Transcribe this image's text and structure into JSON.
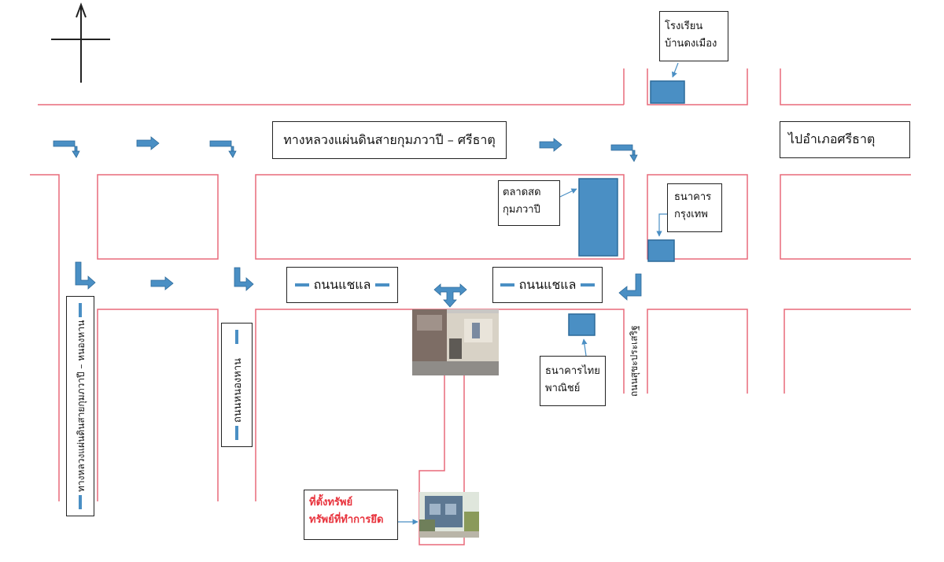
{
  "colors": {
    "road_line": "#e86a7a",
    "block_fill": "#4a8fc4",
    "block_stroke": "#2c6a9a",
    "arrow": "#4a8fc4",
    "label_border": "#222222",
    "property_text": "#e8323c"
  },
  "labels": {
    "school": [
      "โรงเรียน",
      "บ้านดงเมือง"
    ],
    "highway": "ทางหลวงแผ่นดินสายกุมภวาปี – ศรีธาตุ",
    "to_district": "ไปอำเภอศรีธาตุ",
    "market": [
      "ตลาดสด",
      "กุมภวาปี"
    ],
    "bangkok_bank": [
      "ธนาคาร",
      "กรุงเทพ"
    ],
    "road_left": "ถนนแชแล",
    "road_right": "ถนนแชแล",
    "scb": [
      "ธนาคารไทย",
      "พาณิชย์"
    ],
    "left_vertical_road": "ทางหลวงแผ่นดินสายกุมภวาปี – หนองหาน",
    "middle_vertical_road": "ถนนหนองหาน",
    "right_vertical_road": "ถนนสุขะประเสริฐ",
    "property": [
      "ที่ตั้งทรัพย์",
      "ทรัพย์ที่ทำการยึด"
    ]
  },
  "icons": {
    "north_arrow": "north-arrow-icon",
    "direction_arrow": "direction-arrow-icon",
    "turn_arrow": "turn-arrow-icon",
    "split_arrow": "split-arrow-icon"
  }
}
